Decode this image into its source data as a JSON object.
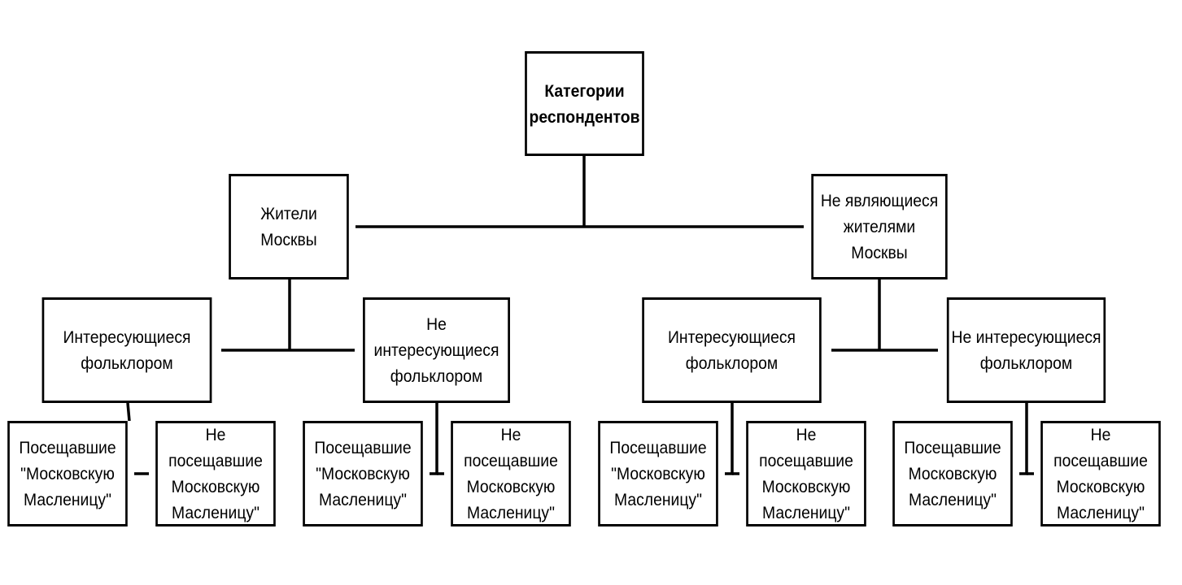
{
  "diagram": {
    "root": {
      "label": "Категории\nреспондентов"
    },
    "level1": {
      "left": {
        "label": "Жители\nМосквы"
      },
      "right": {
        "label": "Не являющиеся\nжителями\nМосквы"
      }
    },
    "level2": {
      "ll": {
        "label": "Интересующиеся\nфольклором"
      },
      "lr": {
        "label": "Не\nинтересующиеся\nфольклором"
      },
      "rl": {
        "label": "Интересующиеся\nфольклором"
      },
      "rr": {
        "label": "Не интересующиеся\nфольклором"
      }
    },
    "level3": [
      {
        "label": "Посещавшие\n\"Московскую\nМасленицу\""
      },
      {
        "label": "Не посещавшие\nМосковскую\nМасленицу\""
      },
      {
        "label": "Посещавшие\n\"Московскую\nМасленицу\""
      },
      {
        "label": "Не посещавшие\nМосковскую\nМасленицу\""
      },
      {
        "label": "Посещавшие\n\"Московскую\nМасленицу\""
      },
      {
        "label": "Не посещавшие\nМосковскую\nМасленицу\""
      },
      {
        "label": "Посещавшие\nМосковскую\nМасленицу\""
      },
      {
        "label": "Не посещавшие\nМосковскую\nМасленицу\""
      }
    ]
  }
}
